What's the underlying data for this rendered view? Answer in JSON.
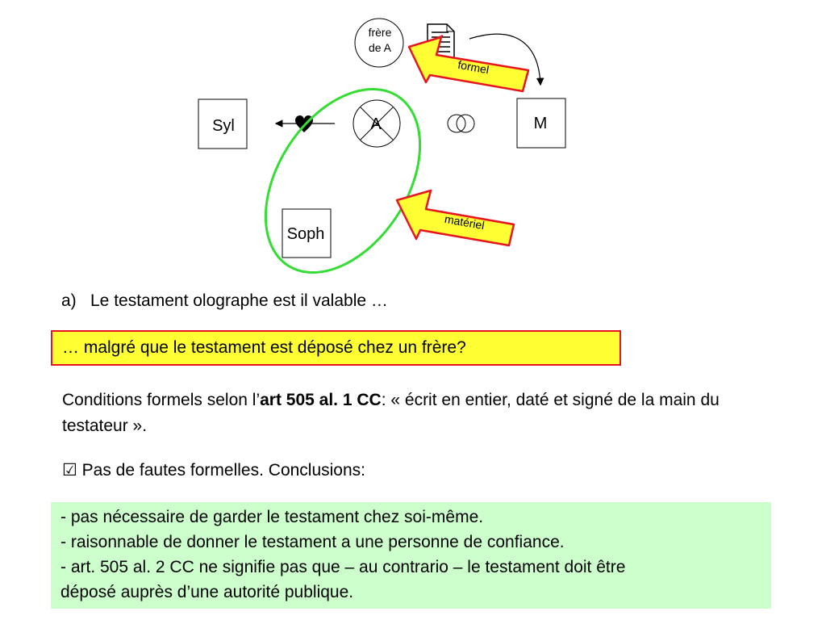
{
  "diagram": {
    "frere": [
      "frère",
      "de A"
    ],
    "syl": "Syl",
    "a": "A",
    "m": "M",
    "soph": "Soph",
    "formel": "formel",
    "materiel": "matériel",
    "colors": {
      "highlight": "#ffff33",
      "border": "#e8141e",
      "ellipse": "#33dd33"
    }
  },
  "question": {
    "marker": "a)",
    "text": "Le testament olographe est il valable …",
    "highlight": "… malgré que le testament est déposé chez un frère?"
  },
  "conditions": {
    "prefix": "Conditions formels selon l’",
    "bold": "art 505 al. 1 CC",
    "suffix": ": « écrit en entier, daté et signé de la main du testateur »."
  },
  "check": "☑ Pas de fautes formelles. Conclusions:",
  "conclusions": [
    "- pas nécessaire de garder le testament chez soi-même.",
    "- raisonnable de donner le testament a une personne de confiance.",
    "- art. 505 al. 2 CC ne signifie pas que – au contrario – le testament doit être",
    "déposé auprès d’une autorité publique."
  ]
}
